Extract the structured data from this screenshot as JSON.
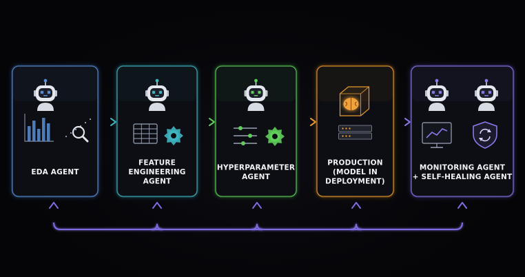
{
  "stages": [
    {
      "id": "eda",
      "label_lines": [
        "EDA AGENT"
      ],
      "accent": "#5a8fd6",
      "glow": "#3c6fb8"
    },
    {
      "id": "feature",
      "label_lines": [
        "FEATURE",
        "ENGINEERING",
        "AGENT"
      ],
      "accent": "#3fb5c2",
      "glow": "#2a8f9b"
    },
    {
      "id": "hyper",
      "label_lines": [
        "HYPERPARAMETER",
        "AGENT"
      ],
      "accent": "#5fcf5a",
      "glow": "#3d9e3a"
    },
    {
      "id": "production",
      "label_lines": [
        "PRODUCTION",
        "(MODEL IN",
        "DEPLOYMENT)"
      ],
      "accent": "#e89a2e",
      "glow": "#b86f18"
    },
    {
      "id": "monitoring",
      "label_lines": [
        "MONITORING AGENT",
        "+ SELF-HEALING AGENT"
      ],
      "accent": "#8a78e8",
      "glow": "#6654c8"
    }
  ],
  "icons": {
    "robot": "robot-icon",
    "bar_chart": "bar-chart-icon",
    "magnifier": "magnifier-icon",
    "table": "table-icon",
    "gear": "gear-icon",
    "sliders": "sliders-icon",
    "brain_cube": "brain-cube-icon",
    "server": "server-icon",
    "monitor_chart": "monitor-chart-icon",
    "shield_refresh": "shield-refresh-icon"
  },
  "colors": {
    "background": "#050507",
    "flow_arrow": "#9d8cf0",
    "feedback_line": "#7e6ce0"
  }
}
